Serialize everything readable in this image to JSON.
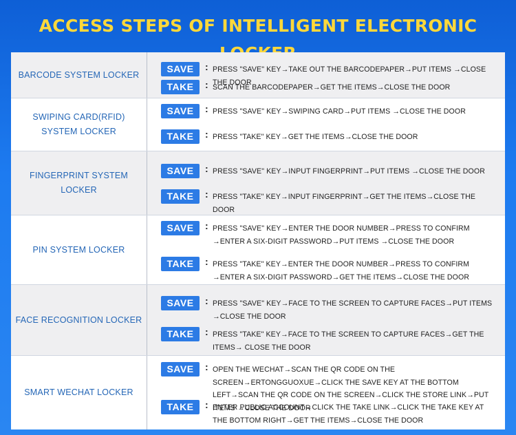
{
  "title": "ACCESS STEPS OF INTELLIGENT ELECTRONIC LOCKER",
  "rows": [
    {
      "label": "BARCODE SYSTEM LOCKER",
      "save_label": "SAVE",
      "save_text": "PRESS \"SAVE\" KEY→TAKE OUT THE BARCODEPAPER→PUT ITEMS →CLOSE THE DOOR",
      "take_label": "TAKE",
      "take_text": "SCAN THE BARCODEPAPER→GET THE ITEMS→CLOSE THE DOOR"
    },
    {
      "label_line1": "SWIPING CARD(RFID)",
      "label_line2": "SYSTEM LOCKER",
      "save_label": "SAVE",
      "save_text": "PRESS \"SAVE\" KEY→SWIPING CARD→PUT ITEMS →CLOSE THE DOOR",
      "take_label": "TAKE",
      "take_text": "PRESS \"TAKE\" KEY→GET THE ITEMS→CLOSE THE DOOR"
    },
    {
      "label": "FINGERPRINT SYSTEM LOCKER",
      "save_label": "SAVE",
      "save_text": "PRESS \"SAVE\" KEY→INPUT FINGERPRINT→PUT ITEMS →CLOSE THE DOOR",
      "take_label": "TAKE",
      "take_text": "PRESS \"TAKE\" KEY→INPUT FINGERPRINT→GET THE ITEMS→CLOSE THE DOOR"
    },
    {
      "label": "PIN SYSTEM LOCKER",
      "save_label": "SAVE",
      "save_text": "PRESS \"SAVE\" KEY→ENTER THE DOOR NUMBER→PRESS TO CONFIRM →ENTER A SIX-DIGIT PASSWORD→PUT ITEMS →CLOSE THE DOOR",
      "take_label": "TAKE",
      "take_text": "PRESS \"TAKE\" KEY→ENTER THE DOOR NUMBER→PRESS TO CONFIRM →ENTER A SIX-DIGIT PASSWORD→GET THE ITEMS→CLOSE THE DOOR"
    },
    {
      "label": "FACE RECOGNITION LOCKER",
      "save_label": "SAVE",
      "save_text": "PRESS \"SAVE\" KEY→FACE TO THE SCREEN TO CAPTURE FACES→PUT ITEMS →CLOSE THE DOOR",
      "take_label": "TAKE",
      "take_text": "PRESS \"TAKE\" KEY→FACE TO THE SCREEN TO CAPTURE FACES→GET THE ITEMS→ CLOSE THE DOOR"
    },
    {
      "label": "SMART WECHAT LOCKER",
      "save_label": "SAVE",
      "save_text": "OPEN THE WECHAT→SCAN THE QR CODE ON THE SCREEN→ERTONGGUOXUE→CLICK THE SAVE KEY AT THE BOTTOM LEFT→SCAN THE QR CODE ON THE SCREEN→CLICK THE STORE LINK→PUT ITEMS →CLOSE THE DOOR",
      "take_label": "TAKE",
      "take_text": "ENTER PUBLIC ACCOUNT→CLICK THE TAKE LINK→CLICK THE TAKE KEY AT THE BOTTOM RIGHT→GET THE ITEMS→CLOSE THE DOOR"
    }
  ]
}
